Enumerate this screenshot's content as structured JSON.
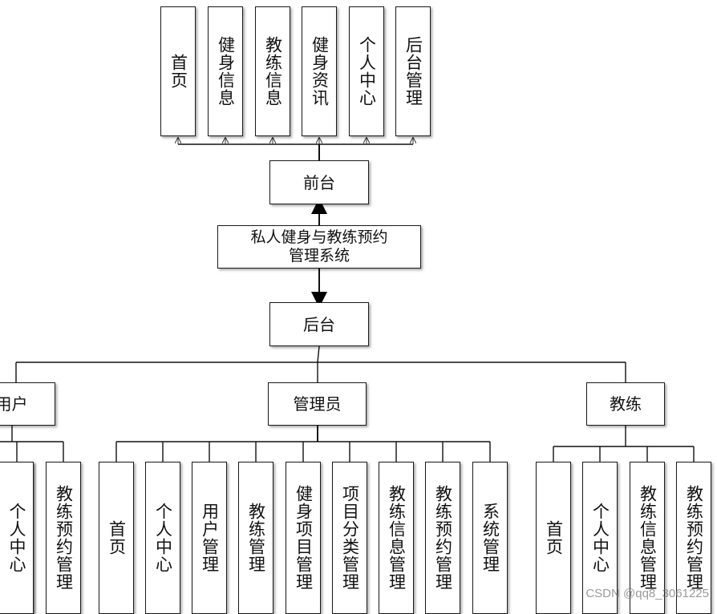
{
  "title": "私人健身与教练预约\n管理系统",
  "frontend": {
    "label": "前台",
    "items": [
      "首页",
      "健身信息",
      "教练信息",
      "健身资讯",
      "个人中心",
      "后台管理"
    ]
  },
  "backend": {
    "label": "后台",
    "roles": [
      {
        "label": "用户",
        "items": [
          "",
          "个人中心",
          "教练预约管理"
        ]
      },
      {
        "label": "管理员",
        "items": [
          "首页",
          "个人中心",
          "用户管理",
          "教练管理",
          "健身项目管理",
          "项目分类管理",
          "教练信息管理",
          "教练预约管理",
          "系统管理"
        ]
      },
      {
        "label": "教练",
        "items": [
          "首页",
          "个人中心",
          "教练信息管理",
          "教练预约管理"
        ]
      }
    ]
  },
  "watermark": "CSDN @qq8_3061225"
}
